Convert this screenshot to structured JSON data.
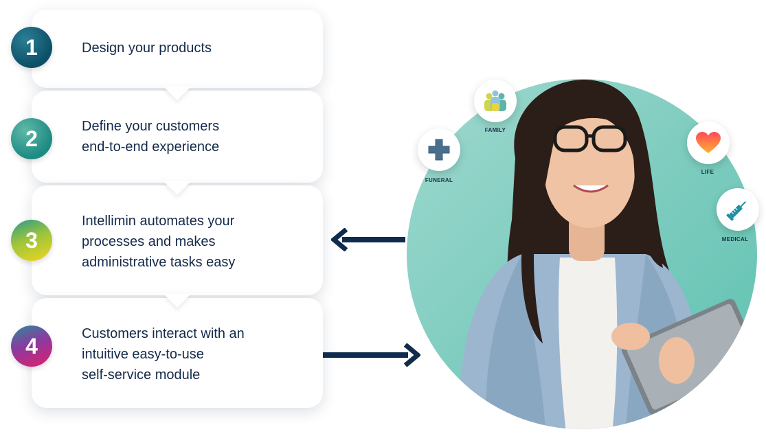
{
  "steps": [
    {
      "number": "1",
      "text": "Design your products"
    },
    {
      "number": "2",
      "text": "Define your customers\nend-to-end experience"
    },
    {
      "number": "3",
      "text": "Intellimin automates your\nprocesses and makes\nadministrative tasks easy"
    },
    {
      "number": "4",
      "text": "Customers interact with an\nintuitive easy-to-use\nself-service module"
    }
  ],
  "badges": {
    "family": "FAMILY",
    "funeral": "FUNERAL",
    "life": "LIFE",
    "medical": "MEDICAL"
  },
  "colors": {
    "text": "#142a4a",
    "arrow": "#0f2b4d",
    "circle": "#7ecdbd",
    "step1": "#0e5a74",
    "step2": "#2f9a8c",
    "step3": "#cfd23a",
    "step4": "#b4246e"
  }
}
